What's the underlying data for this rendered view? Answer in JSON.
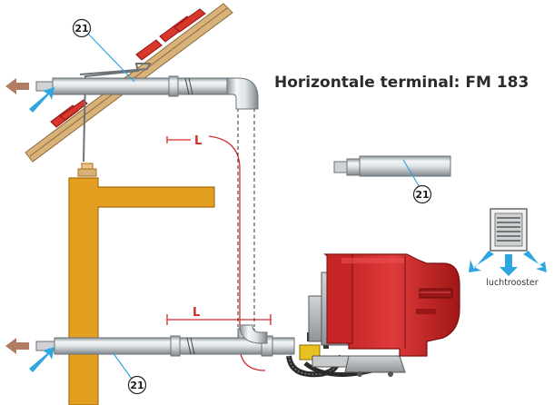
{
  "title": "Horizontale terminal:  FM 183",
  "dimension_label": "L",
  "callout_number": "21",
  "vent_label": "luchtrooster",
  "colors": {
    "chimney": "#e3a020",
    "chimney_stroke": "#a86e0c",
    "roof_tile": "#d8372c",
    "pipe_light": "#f2f4f5",
    "pipe_dark": "#9ba3a8",
    "boiler_red": "#d42a2a",
    "boiler_red_dark": "#8e1414",
    "boiler_grey": "#b9bcbe",
    "air_arrow": "#2fa6e0",
    "exhaust_arrow": "#b27c63",
    "dimension": "#d42a2a",
    "callout_line": "#2fa6e0"
  }
}
